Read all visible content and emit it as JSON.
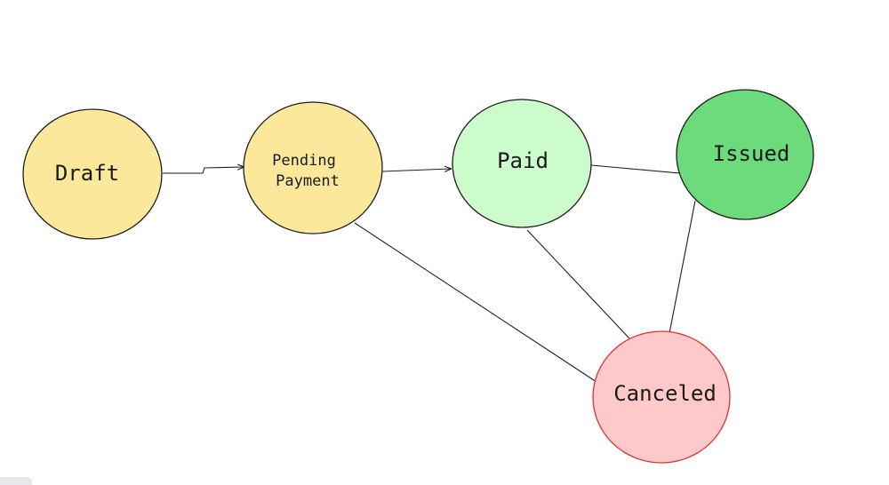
{
  "diagram": {
    "nodes": {
      "draft": {
        "label": "Draft",
        "fill": "#fbe89a",
        "stroke": "#1e1e1e",
        "text_color": "#1a1a1a"
      },
      "pending_payment": {
        "label_lines": [
          "Pending",
          "Payment"
        ],
        "fill": "#fbe89a",
        "stroke": "#1e1e1e",
        "text_color": "#1a1a1a"
      },
      "paid": {
        "label": "Paid",
        "fill": "#ccfbcc",
        "stroke": "#1e1e1e",
        "text_color": "#1a1a1a"
      },
      "issued": {
        "label": "Issued",
        "fill": "#6bdb7c",
        "stroke": "#1e1e1e",
        "text_color": "#1a1a1a"
      },
      "canceled": {
        "label": "Canceled",
        "fill": "#ffc9c9",
        "stroke": "#e03131",
        "text_color": "#e03131"
      }
    },
    "edges": [
      {
        "from": "Draft",
        "to": "Pending Payment",
        "arrow": true
      },
      {
        "from": "Pending Payment",
        "to": "Paid",
        "arrow": true
      },
      {
        "from": "Paid",
        "to": "Issued",
        "arrow": false
      },
      {
        "from": "Pending Payment",
        "to": "Canceled",
        "arrow": false
      },
      {
        "from": "Paid",
        "to": "Canceled",
        "arrow": false
      },
      {
        "from": "Issued",
        "to": "Canceled",
        "arrow": false
      }
    ]
  }
}
